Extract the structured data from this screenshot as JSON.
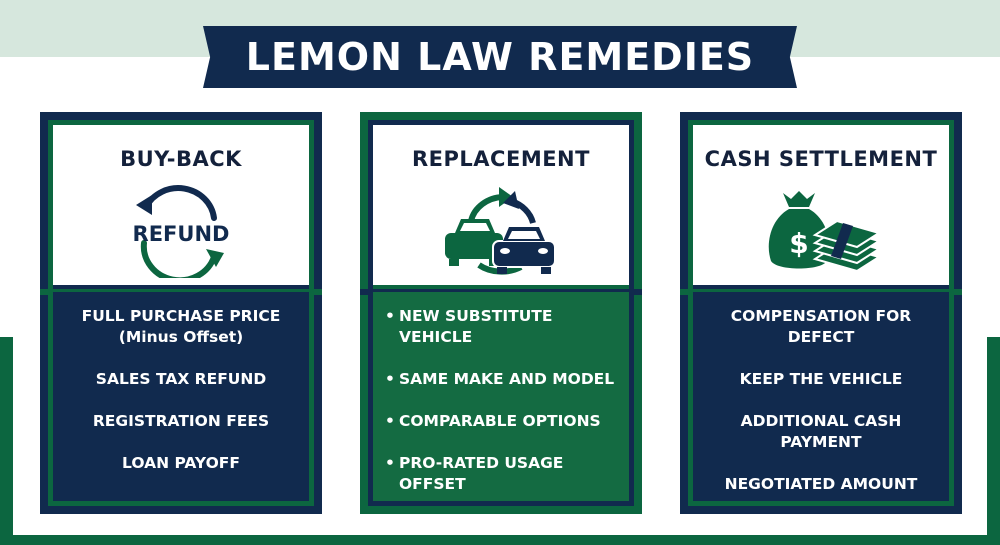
{
  "title": "LEMON LAW REMEDIES",
  "colors": {
    "navy": "#112a4e",
    "green": "#0c6640",
    "mint": "#d6e7dd"
  },
  "cards": [
    {
      "title": "BUY-BACK",
      "icon": "refund-cycle-icon",
      "icon_label": "REFUND",
      "items": [
        "FULL PURCHASE PRICE",
        "(Minus Offset)",
        "SALES TAX REFUND",
        "REGISTRATION FEES",
        "LOAN PAYOFF"
      ]
    },
    {
      "title": "REPLACEMENT",
      "icon": "car-swap-icon",
      "items": [
        "NEW SUBSTITUTE VEHICLE",
        "SAME MAKE AND MODEL",
        "COMPARABLE OPTIONS",
        "PRO-RATED USAGE OFFSET"
      ]
    },
    {
      "title": "CASH SETTLEMENT",
      "icon": "money-bag-icon",
      "items": [
        "COMPENSATION FOR DEFECT",
        "KEEP THE VEHICLE",
        "ADDITIONAL CASH PAYMENT",
        "NEGOTIATED AMOUNT"
      ]
    }
  ]
}
